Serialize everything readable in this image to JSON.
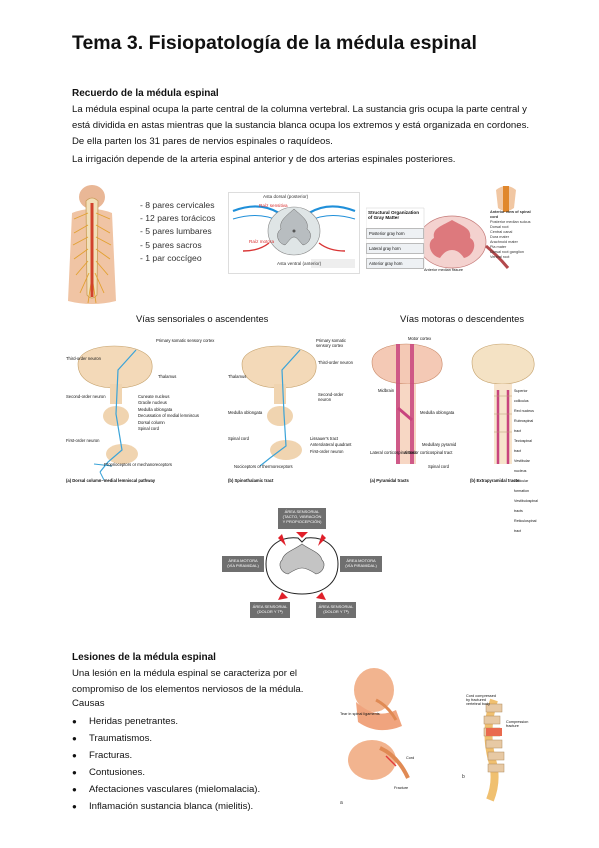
{
  "title": "Tema 3. Fisiopatología de la médula espinal",
  "section1": {
    "heading": "Recuerdo de la médula espinal",
    "p1": "La médula espinal ocupa la parte central de la columna vertebral. La sustancia gris ocupa la parte central y está dividida en astas mientras que la sustancia blanca ocupa los extremos y está organizada en cordones. De ella parten los 31 pares de nervios espinales o raquídeos.",
    "p2": "La irrigación depende de la arteria espinal anterior y de dos arterias espinales posteriores."
  },
  "nerves": [
    "8 pares cervicales",
    "12 pares torácicos",
    "5 pares lumbares",
    "5 pares sacros",
    "1 par coccígeo"
  ],
  "captions": {
    "sensory": "Vías sensoriales o ascendentes",
    "motor": "Vías motoras o descendentes"
  },
  "cross_section_fig": {
    "top": "Asta dorsal (posterior)",
    "left_red": "Raíz sensitiva",
    "right_red": "Raíz motora",
    "bottom": "Asta ventral (anterior)"
  },
  "gray_matter_fig": {
    "heading": "Structural Organization of Gray Matter",
    "rows": [
      "Posterior gray horn",
      "Lateral gray horn",
      "Anterior gray horn"
    ],
    "labels": [
      "Anterior view of spinal cord",
      "Posterior median sulcus",
      "Dorsal root",
      "Central canal",
      "Dura mater",
      "Arachnoid mater",
      "Pia mater",
      "Dorsal root ganglion",
      "Ventral root",
      "Anterior median fissure"
    ]
  },
  "sensory_fig": {
    "a_labels": [
      "Primary somatic sensory cortex",
      "Third-order neuron",
      "Thalamus",
      "Second-order neuron",
      "Cuneate nucleus",
      "Gracile nucleus",
      "Medulla oblongata",
      "Decussation of medial lemniscus",
      "Dorsal column",
      "Spinal cord",
      "First-order neuron",
      "Proprioceptors or mechanoreceptors"
    ],
    "a_caption": "(a) Dorsal column–medial lemniscal pathway",
    "b_labels": [
      "Primary somatic sensory cortex",
      "Thalamus",
      "Third-order neuron",
      "Second-order neuron",
      "Medulla oblongata",
      "Spinal cord",
      "Lissauer's tract",
      "Anterolateral quadrant",
      "First-order neuron",
      "Nociceptors or thermoreceptors"
    ],
    "b_caption": "(b) Spinothalamic tract"
  },
  "motor_fig": {
    "a_labels": [
      "Motor cortex",
      "Midbrain",
      "Medulla oblongata",
      "Medullary pyramid",
      "Lateral corticospinal tract",
      "Anterior corticospinal tract",
      "Spinal cord"
    ],
    "a_caption": "(a) Pyramidal tracts",
    "b_labels": [
      "Superior colliculus",
      "Red nucleus",
      "Rubrospinal tract",
      "Tectospinal tract",
      "Vestibular nucleus",
      "Reticular formation",
      "Vestibulospinal tracts",
      "Reticulospinal tract"
    ],
    "b_caption": "(b) Extrapyramidal tracts"
  },
  "area_diagram": {
    "top": [
      "ÁREA SENSORIAL",
      "(TACTO, VIBRACIÓN",
      "Y PROPIOCEPCIÓN)"
    ],
    "left": [
      "ÁREA MOTORA",
      "(VÍA PIRAMIDAL)"
    ],
    "right": [
      "ÁREA MOTORA",
      "(VÍA PIRAMIDAL)"
    ],
    "bottom_left": [
      "ÁREA SENSORIAL",
      "(DOLOR Y Tª)"
    ],
    "bottom_right": [
      "ÁREA SENSORIAL",
      "(DOLOR Y Tª)"
    ]
  },
  "section2": {
    "heading": "Lesiones de la médula espinal",
    "p1": "Una lesión en la médula espinal se caracteriza por el compromiso de los elementos nerviosos de la médula.",
    "causes_label": "Causas",
    "causes": [
      "Heridas penetrantes.",
      "Traumatismos.",
      "Fracturas.",
      "Contusiones.",
      "Afectaciones vasculares (mielomalacia).",
      "Inflamación sustancia blanca (mielitis)."
    ]
  },
  "injury_fig": {
    "labels": [
      "Cord compressed by fractured vertebral body",
      "Compression fracture",
      "Tear in spinal ligaments",
      "Cord",
      "Fracture"
    ]
  },
  "colors": {
    "text": "#111111",
    "accent_red": "#e0202a",
    "box_gray": "#6f6f6f",
    "nerve_blue": "#2a9bd6",
    "tract_pink": "#c8447e"
  }
}
